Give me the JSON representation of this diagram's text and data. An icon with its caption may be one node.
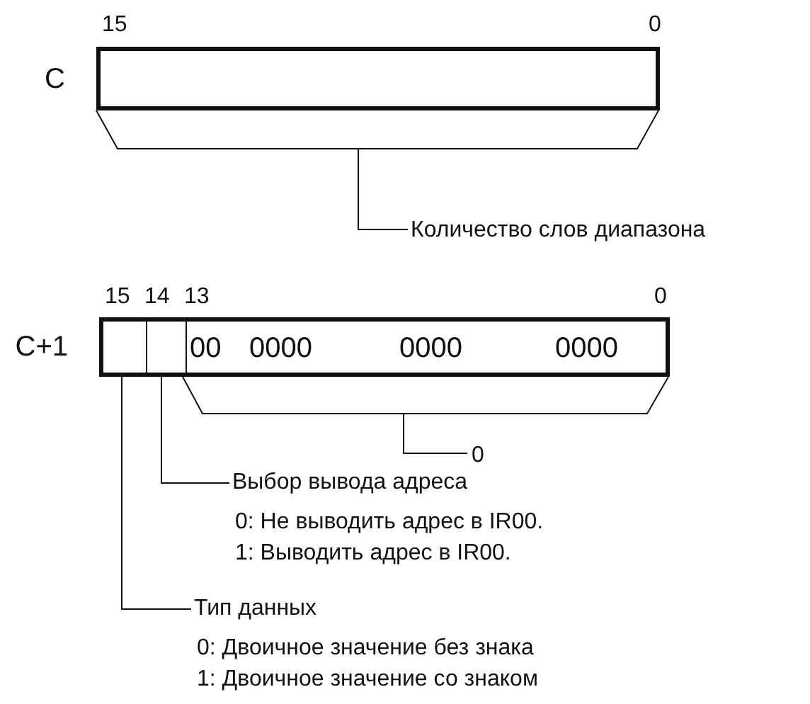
{
  "diagram": {
    "nodes": [
      {
        "text": [],
        "shape": "box",
        "beside": [
          "C"
        ]
      },
      {
        "text": [
          "Количество слов диапазона"
        ]
      },
      {
        "text": [],
        "shape": "box",
        "beside": [
          "C+1"
        ]
      },
      {
        "text": [],
        "shape": "box",
        "in": 2
      },
      {
        "text": [],
        "shape": "box",
        "in": 2
      },
      {
        "text": [
          "00",
          "0000",
          "0000",
          "0000"
        ],
        "in": 2
      },
      {
        "text": [
          "0"
        ]
      },
      {
        "text": [
          "Выбор вывода адреса"
        ],
        "beside": [
          "0: Не выводить адрес в IR00.",
          "1: Выводить адрес в IR00."
        ]
      },
      {
        "text": [
          "Тип данных"
        ],
        "beside": [
          "0: Двоичное значение без знака",
          "1: Двоичное значение со знаком"
        ]
      }
    ],
    "edges": [
      {
        "from": 1,
        "to": 0,
        "arrow": "none"
      },
      {
        "from": 6,
        "to": 5,
        "arrow": "none"
      },
      {
        "from": 7,
        "to": 4,
        "arrow": "none"
      },
      {
        "from": 8,
        "to": 3,
        "arrow": "none"
      }
    ],
    "labels": [
      "15",
      "0",
      "15",
      "14",
      "13",
      "0"
    ]
  }
}
